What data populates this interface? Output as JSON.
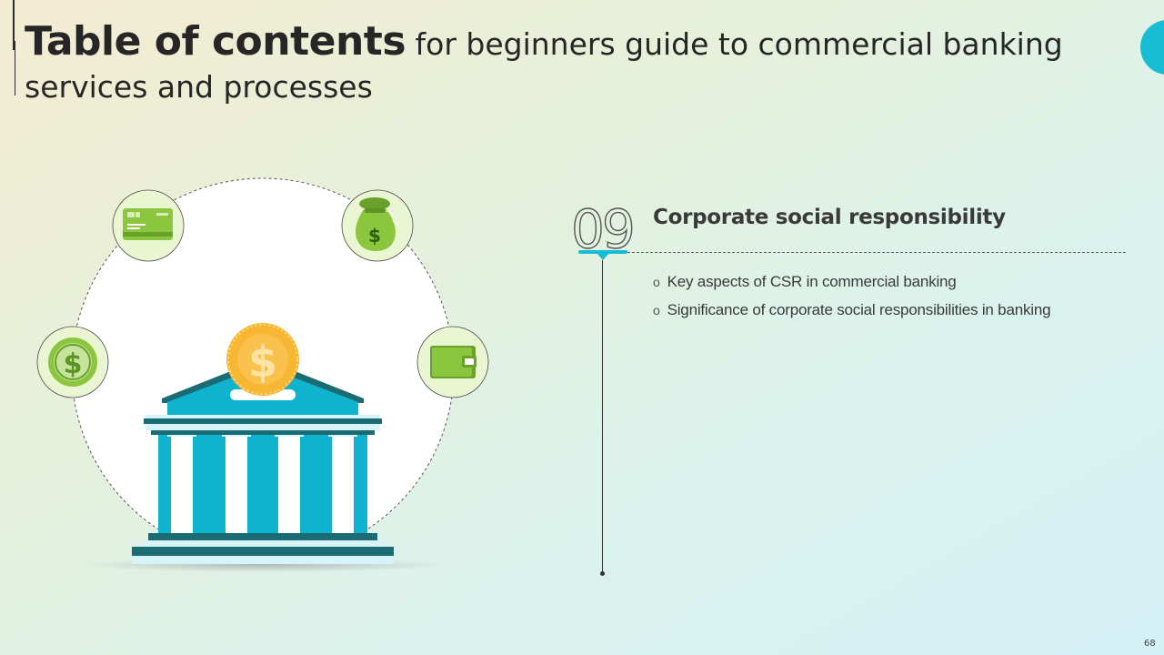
{
  "title": {
    "bold": "Table of contents",
    "rest": " for beginners guide to commercial banking services and processes"
  },
  "section": {
    "number": "09",
    "title": "Corporate social responsibility",
    "items": [
      "Key aspects of CSR in commercial banking",
      "Significance of corporate social responsibilities in banking"
    ],
    "bullet": "o"
  },
  "page_number": "68",
  "icons": [
    "credit-card-icon",
    "money-bag-icon",
    "dollar-coin-icon",
    "wallet-icon",
    "bank-building-icon",
    "gold-coin-icon"
  ],
  "colors": {
    "accent": "#17bcd5",
    "green": "#8cc63f",
    "dark_teal": "#1b6b75",
    "gold": "#f7b733"
  }
}
